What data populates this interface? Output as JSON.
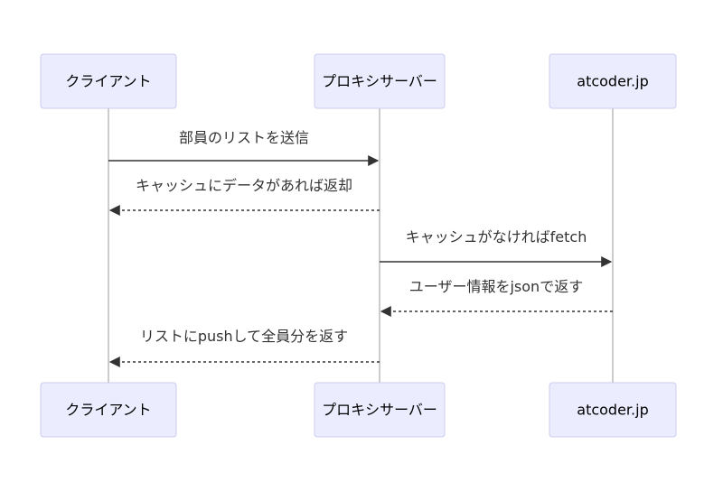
{
  "diagram": {
    "type": "sequence",
    "actors": [
      {
        "id": "client",
        "label": "クライアント"
      },
      {
        "id": "proxy",
        "label": "プロキシサーバー"
      },
      {
        "id": "atcoder",
        "label": "atcoder.jp"
      }
    ],
    "messages": [
      {
        "text": "部員のリストを送信",
        "from": "client",
        "to": "proxy",
        "line": "solid"
      },
      {
        "text": "キャッシュにデータがあれば返却",
        "from": "proxy",
        "to": "client",
        "line": "dashed"
      },
      {
        "text": "キャッシュがなければfetch",
        "from": "proxy",
        "to": "atcoder",
        "line": "solid"
      },
      {
        "text": "ユーザー情報をjsonで返す",
        "from": "atcoder",
        "to": "proxy",
        "line": "dashed"
      },
      {
        "text": "リストにpushして全員分を返す",
        "from": "proxy",
        "to": "client",
        "line": "dashed"
      }
    ],
    "colors": {
      "background": "#FFFFFF",
      "actor_fill": "#ECECFF",
      "actor_border": "#CCCCEE",
      "actor_text": "#000000",
      "lifeline": "#999999",
      "arrow": "#333333",
      "message_text": "#333333"
    }
  }
}
